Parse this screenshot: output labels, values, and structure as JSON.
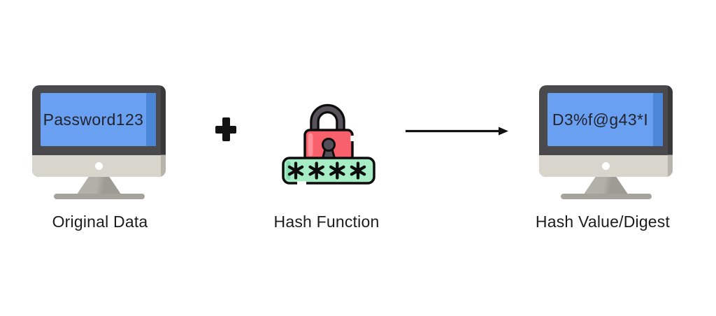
{
  "diagram": {
    "type": "flow",
    "background": "#ffffff",
    "nodes": [
      {
        "id": "original-data",
        "icon": "monitor-icon",
        "label": "Original Data",
        "screen_text": "Password123"
      },
      {
        "id": "hash-function",
        "icon": "padlock-password-icon",
        "label": "Hash Function",
        "asterisks": "****"
      },
      {
        "id": "hash-value-digest",
        "icon": "monitor-icon",
        "label": "Hash Value/Digest",
        "screen_text": "D3%f@g43*I"
      }
    ],
    "connectors": [
      {
        "id": "plus-operator",
        "icon": "plus-icon",
        "between": [
          "original-data",
          "hash-function"
        ]
      },
      {
        "id": "flow-arrow",
        "icon": "arrow-right-icon",
        "between": [
          "hash-function",
          "hash-value-digest"
        ]
      }
    ],
    "colors": {
      "screen_blue": "#6aa0f2",
      "screen_blue_shade": "#4c86d9",
      "monitor_frame": "#4a494b",
      "monitor_chin": "#d8d5cd",
      "stand_gray": "#a9a8a0",
      "lock_red": "#f8606c",
      "lock_red_light": "#fe8f98",
      "lock_green": "#a6ecc4",
      "lock_green_shade": "#85dcae",
      "shackle_gray": "#57525c",
      "outline_black": "#0d0d0d",
      "text_dark": "#1c1c1c"
    }
  }
}
